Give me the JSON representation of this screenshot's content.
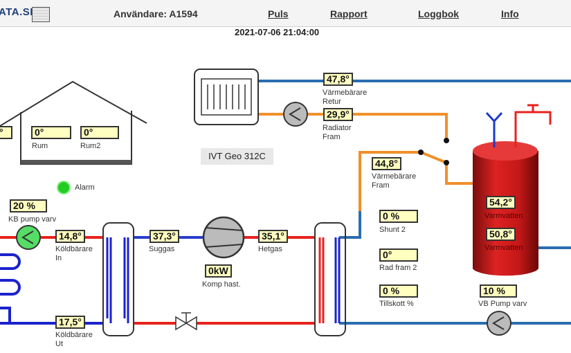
{
  "header": {
    "logo_text": "ATA.SE",
    "user_label": "Användare: A1594",
    "nav": [
      "Puls",
      "Rapport",
      "Loggbok",
      "Info"
    ]
  },
  "timestamp": "2021-07-06 21:04:00",
  "model": "IVT Geo 312C",
  "alarm": {
    "label": "Alarm",
    "color": "#22cc22"
  },
  "readings": {
    "varmebarare_retur": {
      "value": "47,8°",
      "label_line1": "Värmebärare",
      "label_line2": "Retur"
    },
    "radiator_fram": {
      "value": "29,9°",
      "label_line1": "Radiator",
      "label_line2": "Fram"
    },
    "varmebarare_fram": {
      "value": "44,8°",
      "label_line1": "Värmebärare",
      "label_line2": "Fram"
    },
    "ute": {
      "value": "°"
    },
    "rum": {
      "value": "0°",
      "label": "Rum"
    },
    "rum2": {
      "value": "0°",
      "label": "Rum2"
    },
    "kb_pump": {
      "value": "20 %",
      "label": "KB pump varv"
    },
    "koldbarare_in": {
      "value": "14,8°",
      "label_line1": "Köldbärare",
      "label_line2": "In"
    },
    "suggas": {
      "value": "37,3°",
      "label": "Suggas"
    },
    "hetgas": {
      "value": "35,1°",
      "label": "Hetgas"
    },
    "komp_hast": {
      "value": "0kW",
      "label": "Komp hast."
    },
    "koldbarare_ut": {
      "value": "17,5°",
      "label_line1": "Köldbärare",
      "label_line2": "Ut"
    },
    "shunt2": {
      "value": "0 %",
      "label": "Shunt 2"
    },
    "rad_fram2": {
      "value": "0°",
      "label": "Rad fram 2"
    },
    "tillskott": {
      "value": "0 %",
      "label": "Tillskott %"
    },
    "varmvatten_top": {
      "value": "54,2°",
      "label": "Varmvatten"
    },
    "varmvatten_bottom": {
      "value": "50,8°",
      "label": "Varmvatten"
    },
    "vb_pump": {
      "value": "10 %",
      "label": "VB Pump varv"
    }
  },
  "colors": {
    "hot": "#e8221c",
    "cold": "#1a22cc",
    "warm": "#f0902a",
    "supply": "#2a6db0",
    "tank": "#cc1e1e"
  }
}
